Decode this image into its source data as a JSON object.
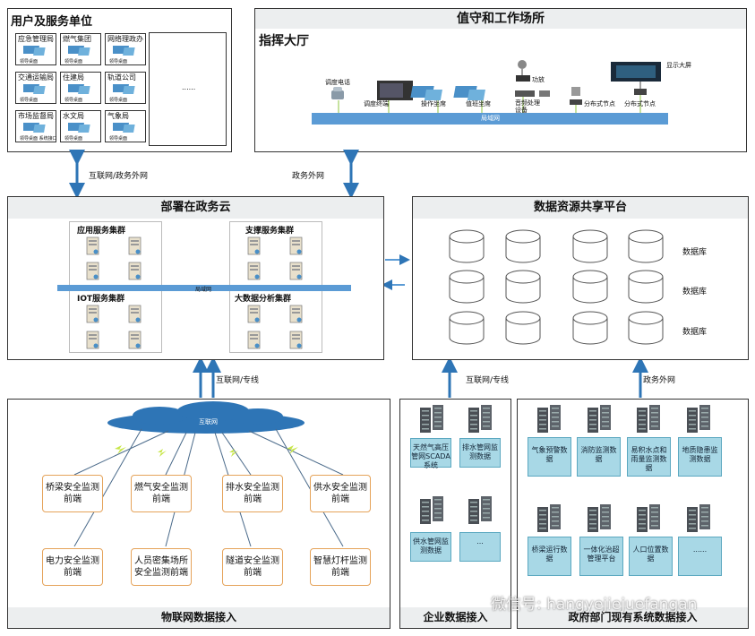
{
  "users": {
    "title": "用户及服务单位",
    "units": [
      {
        "name": "应急管理局",
        "sub": "领导桌面"
      },
      {
        "name": "燃气集团",
        "sub": "领导桌面"
      },
      {
        "name": "网络理政办",
        "sub": "领导桌面"
      },
      {
        "name": "交通运输局",
        "sub": "领导桌面"
      },
      {
        "name": "住建局",
        "sub": "领导桌面"
      },
      {
        "name": "轨道公司",
        "sub": "领导桌面"
      },
      {
        "name": "市场监督局",
        "sub": "领导桌面 系统接口"
      },
      {
        "name": "水文局",
        "sub": "领导桌面"
      },
      {
        "name": "气象局",
        "sub": "领导桌面"
      }
    ],
    "ellipsis": "......"
  },
  "duty": {
    "title": "值守和工作场所",
    "hall_title": "指挥大厅",
    "devices": [
      "调度电话",
      "调度终端",
      "操作坐席",
      "值班坐席",
      "音频处理设备",
      "功放",
      "分布式节点",
      "分布式节点",
      "显示大屏"
    ],
    "lan": "局域网"
  },
  "links": {
    "internet_gov": "互联网/政务外网",
    "gov_extranet": "政务外网",
    "internet_dedicated": "互联网/专线",
    "internet_dedicated2": "互联网/专线",
    "gov_extranet2": "政务外网"
  },
  "cloud": {
    "title": "部署在政务云",
    "clusters": [
      "应用服务集群",
      "支撑服务集群",
      "IOT服务集群",
      "大数据分析集群"
    ],
    "lan": "局域网"
  },
  "share": {
    "title": "数据资源共享平台",
    "db_label": "数据库"
  },
  "iot": {
    "title": "物联网数据接入",
    "cloud_label": "互联网",
    "nodes": [
      "桥梁安全监测前端",
      "燃气安全监测前端",
      "排水安全监测前端",
      "供水安全监测前端",
      "电力安全监测前端",
      "人员密集场所安全监测前端",
      "隧道安全监测前端",
      "智慧灯杆监测前端"
    ]
  },
  "enterprise": {
    "title": "企业数据接入",
    "items": [
      "天然气高压管网SCADA系统",
      "排水管网监测数据",
      "供水管网监测数据",
      "..."
    ]
  },
  "government": {
    "title": "政府部门现有系统数据接入",
    "items": [
      "气象预警数据",
      "消防监测数据",
      "易积水点和雨量监测数据",
      "地质隐患监测数据",
      "桥梁运行数据",
      "一体化治超管理平台",
      "人口位置数据",
      "......"
    ]
  },
  "watermark": "微信号: hangyejiejuefangan",
  "colors": {
    "arrow": "#2e75b6",
    "lan": "#5b9bd5",
    "box_fill": "#a8d8e6",
    "node_border": "#e5a35a",
    "line_green": "#8cc63f"
  }
}
